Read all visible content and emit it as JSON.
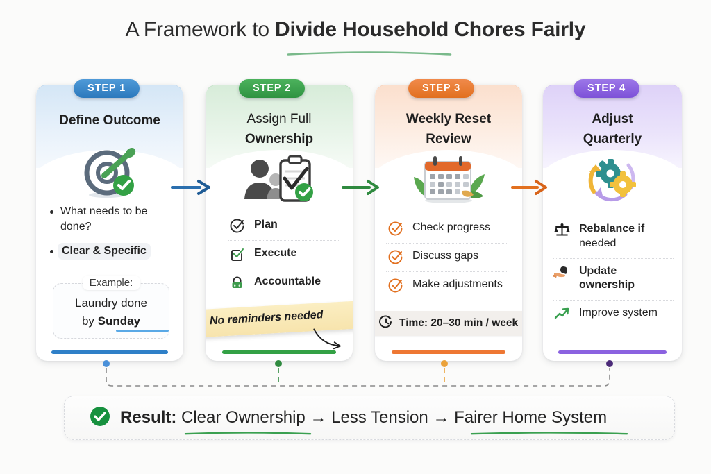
{
  "title": {
    "light": "A Framework to ",
    "bold": "Divide Household Chores Fairly"
  },
  "accents": {
    "step1": "#2f80c8",
    "step2": "#33a145",
    "step3": "#ee7733",
    "step4": "#8b62e0",
    "result_green": "#3aa050",
    "title_underline": "#79b98a"
  },
  "steps": [
    {
      "badge": "STEP 1",
      "title_line1": "Define Outcome",
      "title_line2": "",
      "icon": "target-dart-check-icon",
      "bullets": [
        {
          "text": "What needs to be done?",
          "strong": false
        },
        {
          "text": "Clear & Specific",
          "strong": true
        }
      ],
      "example": {
        "tag": "Example:",
        "line1_plain": "Laundry ",
        "line1_bold": "done",
        "line2_plain": "by ",
        "line2_bold": "Sunday"
      }
    },
    {
      "badge": "STEP 2",
      "title_line1": "Assign Full",
      "title_line2": "Ownership",
      "icon": "person-clipboard-check-icon",
      "rows": [
        {
          "icon": "circle-check-icon",
          "label": "Plan",
          "bold": true
        },
        {
          "icon": "checkbox-check-icon",
          "label": "Execute",
          "bold": true
        },
        {
          "icon": "lock-icon",
          "label": "Accountable",
          "bold": true
        }
      ],
      "sticky_note": "No reminders needed"
    },
    {
      "badge": "STEP 3",
      "title_line1": "Weekly Reset",
      "title_line2": "Review",
      "icon": "calendar-plant-icon",
      "rows": [
        {
          "icon": "circle-check-icon",
          "label": "Check progress",
          "bold": false
        },
        {
          "icon": "circle-check-icon",
          "label": "Discuss gaps",
          "bold": false
        },
        {
          "icon": "circle-check-icon",
          "label": "Make adjustments",
          "bold": false
        }
      ],
      "time_note": "Time: 20–30 min / week",
      "time_icon": "clock-icon"
    },
    {
      "badge": "STEP 4",
      "title_line1": "Adjust",
      "title_line2": "Quarterly",
      "icon": "gears-cycle-icon",
      "rows": [
        {
          "icon": "scales-balance-icon",
          "label_bold": "Rebalance if",
          "label_plain": " needed"
        },
        {
          "icon": "hand-offer-icon",
          "label_bold": "Update ownership",
          "label_plain": ""
        },
        {
          "icon": "trend-up-icon",
          "label_bold": "",
          "label_plain": "Improve system"
        }
      ]
    }
  ],
  "arrows": [
    {
      "name": "arrow-step1-to-step2",
      "color": "#2b6fae"
    },
    {
      "name": "arrow-step2-to-step3",
      "color": "#2f8a3f"
    },
    {
      "name": "arrow-step3-to-step4",
      "color": "#e2701f"
    }
  ],
  "connector_dots": [
    {
      "color": "#4a90d9"
    },
    {
      "color": "#2f8a3f"
    },
    {
      "color": "#eba23a"
    },
    {
      "color": "#4b2a78"
    }
  ],
  "result": {
    "icon": "check-circle-icon",
    "label_bold": "Result:",
    "seg1": "Clear Ownership",
    "arrow1": "→",
    "seg2": "Less Tension",
    "arrow2": "→",
    "seg3": "Fairer Home System"
  }
}
